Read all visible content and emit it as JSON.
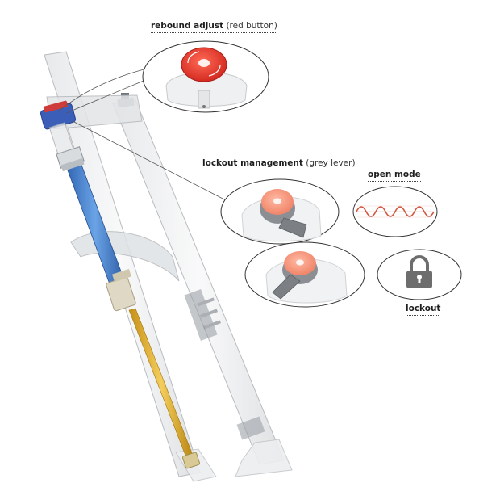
{
  "labels": {
    "rebound_title": "rebound adjust",
    "rebound_note": "(red button)",
    "lockout_mgmt_title": "lockout management",
    "lockout_mgmt_note": "(grey lever)",
    "open_mode": "open mode",
    "lockout": "lockout"
  },
  "colors": {
    "red_button": "#e0362c",
    "grey_lever": "#7b7f84",
    "blue_cartridge": "#3f7fcf",
    "yellow_shaft": "#e1ad2b",
    "wave": "#d2553f",
    "lock": "#6d6d6d"
  },
  "icons": [
    "padlock-icon",
    "sine-wave-icon"
  ]
}
